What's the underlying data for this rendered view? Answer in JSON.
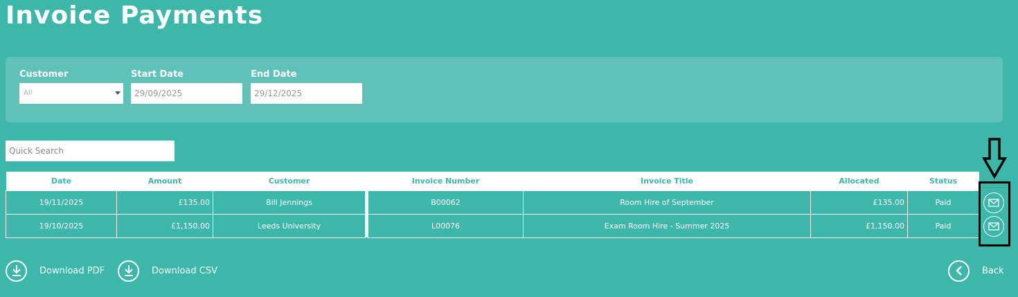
{
  "page": {
    "title": "Invoice Payments"
  },
  "filters": {
    "customer": {
      "label": "Customer",
      "value": "All"
    },
    "start_date": {
      "label": "Start Date",
      "value": "29/09/2025"
    },
    "end_date": {
      "label": "End Date",
      "value": "29/12/2025"
    }
  },
  "search": {
    "placeholder": "Quick Search"
  },
  "table": {
    "headers": [
      "Date",
      "Amount",
      "Customer",
      "Invoice Number",
      "Invoice Title",
      "Allocated",
      "Status"
    ],
    "rows": [
      {
        "date": "19/11/2025",
        "amount": "£135.00",
        "customer": "Bill Jennings",
        "invoice_number": "B00062",
        "invoice_title": "Room Hire of September",
        "allocated": "£135.00",
        "status": "Paid"
      },
      {
        "date": "19/10/2025",
        "amount": "£1,150.00",
        "customer": "Leeds University",
        "invoice_number": "L00076",
        "invoice_title": "Exam Room Hire - Summer 2025",
        "allocated": "£1,150.00",
        "status": "Paid"
      }
    ]
  },
  "actions": {
    "download_pdf": "Download PDF",
    "download_csv": "Download CSV",
    "back": "Back"
  },
  "icons": {
    "email": "envelope-icon",
    "download": "download-icon",
    "back": "chevron-left-icon",
    "annotation": "arrow-down-icon"
  },
  "colors": {
    "background": "#3db7aa",
    "panel": "#5fc1b7",
    "header_text": "#3db7aa"
  }
}
